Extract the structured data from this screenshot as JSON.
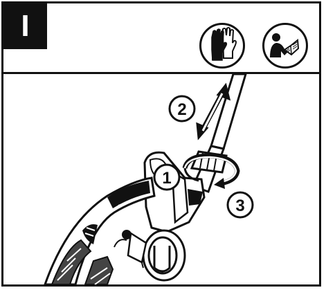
{
  "step": {
    "number": "I"
  },
  "icons": [
    {
      "name": "protective-gloves-icon"
    },
    {
      "name": "read-manual-icon"
    }
  ],
  "callouts": [
    {
      "number": "1"
    },
    {
      "number": "2"
    },
    {
      "number": "3"
    }
  ],
  "colors": {
    "ink": "#111111",
    "paper": "#ffffff",
    "grip": "#444444"
  }
}
